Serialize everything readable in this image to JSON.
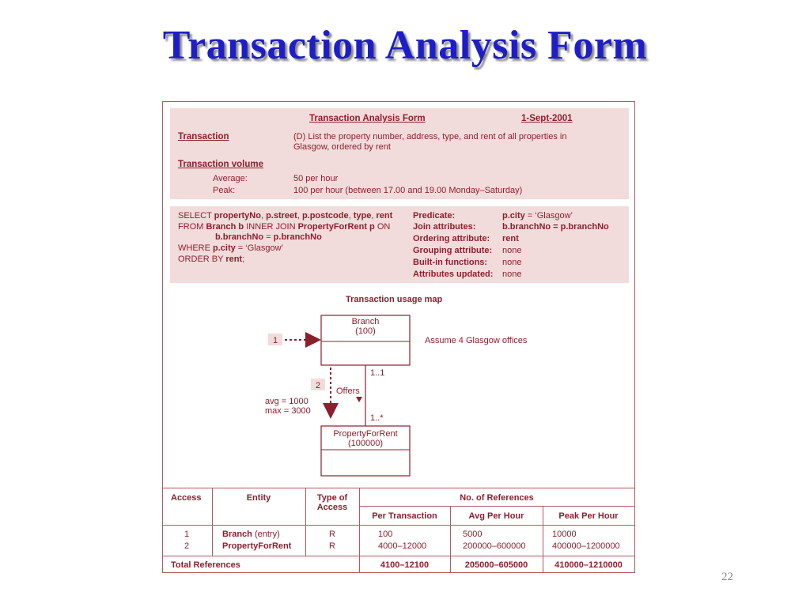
{
  "slide": {
    "title": "Transaction Analysis Form",
    "page_number": "22"
  },
  "form": {
    "header_title": "Transaction Analysis Form",
    "header_date": "1-Sept-2001",
    "transaction_label": "Transaction",
    "transaction_desc_1": "(D) List the property number, address, type, and rent of all properties in",
    "transaction_desc_2": "Glasgow, ordered by rent",
    "volume_label": "Transaction volume",
    "average_label": "Average:",
    "average_value": "50 per hour",
    "peak_label": "Peak:",
    "peak_value": "100 per hour (between 17.00 and 19.00 Monday–Saturday)"
  },
  "sql": {
    "l1_kw1": "SELECT ",
    "l1_c1": "propertyNo",
    "l1_s1": ", ",
    "l1_c2": "p.street",
    "l1_s2": ", ",
    "l1_c3": "p.postcode",
    "l1_s3": ", ",
    "l1_c4": "type",
    "l1_s4": ", ",
    "l1_c5": "rent",
    "l2_kw1": "FROM ",
    "l2_c1": "Branch b",
    "l2_kw2": " INNER JOIN ",
    "l2_c2": "PropertyForRent p",
    "l2_kw3": " ON",
    "l3_c1": "b.branchNo",
    "l3_s1": " = ",
    "l3_c2": "p.branchNo",
    "l4_kw1": "WHERE ",
    "l4_c1": "p.city",
    "l4_s1": " = ‘Glasgow’",
    "l5_kw1": "ORDER BY ",
    "l5_c1": "rent",
    "l5_s1": ";"
  },
  "predicates": [
    {
      "label": "Predicate:",
      "value_bold": "p.city",
      "value_rest": " = ‘Glasgow’"
    },
    {
      "label": "Join attributes:",
      "value_bold": "b.branchNo = p.branchNo",
      "value_rest": ""
    },
    {
      "label": "Ordering attribute:",
      "value_bold": "rent",
      "value_rest": ""
    },
    {
      "label": "Grouping attribute:",
      "value_bold": "",
      "value_rest": "none"
    },
    {
      "label": "Built-in functions:",
      "value_bold": "",
      "value_rest": "none"
    },
    {
      "label": "Attributes updated:",
      "value_bold": "",
      "value_rest": "none"
    }
  ],
  "usage_map": {
    "title": "Transaction usage map",
    "branch_name": "Branch",
    "branch_count": "(100)",
    "property_name": "PropertyForRent",
    "property_count": "(100000)",
    "step1": "1",
    "step2": "2",
    "assume": "Assume 4 Glasgow offices",
    "mult_top": "1..1",
    "mult_bottom": "1..*",
    "relationship": "Offers",
    "avg": "avg = 1000",
    "max": "max = 3000"
  },
  "table": {
    "h_access": "Access",
    "h_entity": "Entity",
    "h_type_1": "Type of",
    "h_type_2": "Access",
    "h_refs": "No. of References",
    "h_per_tx": "Per Transaction",
    "h_avg": "Avg Per Hour",
    "h_peak": "Peak Per Hour",
    "rows": [
      {
        "access": "1",
        "entity_bold": "Branch",
        "entity_rest": " (entry)",
        "type": "R",
        "per_tx": "100",
        "avg": "5000",
        "peak": "10000"
      },
      {
        "access": "2",
        "entity_bold": "PropertyForRent",
        "entity_rest": "",
        "type": "R",
        "per_tx": "4000–12000",
        "avg": "200000–600000",
        "peak": "400000–1200000"
      }
    ],
    "total_label": "Total References",
    "total_per_tx": "4100–12100",
    "total_avg": "205000–605000",
    "total_peak": "410000–1210000"
  }
}
